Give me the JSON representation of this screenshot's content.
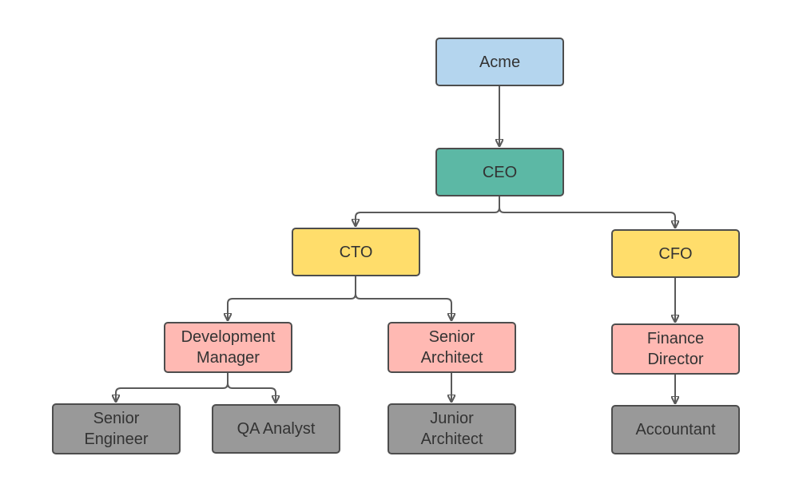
{
  "colors": {
    "root": "#b4d5ee",
    "ceo": "#5cb8a5",
    "executive": "#ffdd6b",
    "manager": "#ffb9b3",
    "staff": "#999999",
    "border": "#4d4d4d",
    "connector": "#5a5a5a"
  },
  "nodes": {
    "acme": "Acme",
    "ceo": "CEO",
    "cto": "CTO",
    "cfo": "CFO",
    "development_manager": "Development\nManager",
    "senior_architect": "Senior\nArchitect",
    "finance_director": "Finance\nDirector",
    "senior_engineer": "Senior\nEngineer",
    "qa_analyst": "QA Analyst",
    "junior_architect": "Junior\nArchitect",
    "accountant": "Accountant"
  }
}
